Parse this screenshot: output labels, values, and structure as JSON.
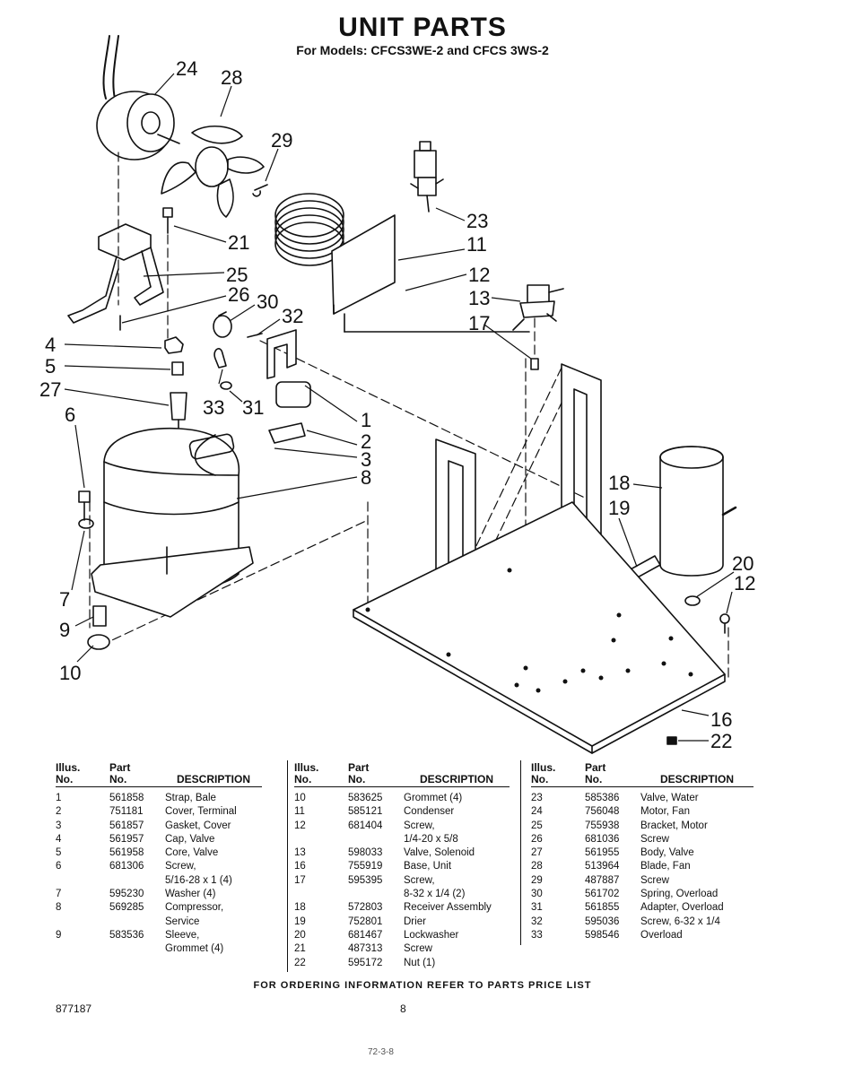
{
  "page": {
    "title": "UNIT PARTS",
    "subtitle": "For Models: CFCS3WE-2 and CFCS 3WS-2",
    "footer": "FOR ORDERING INFORMATION REFER TO PARTS PRICE LIST",
    "doc_number": "877187",
    "page_number": "8",
    "bottom_mark": "72-3-8"
  },
  "diagram": {
    "callouts": [
      "24",
      "28",
      "29",
      "23",
      "21",
      "11",
      "25",
      "12",
      "26",
      "30",
      "32",
      "13",
      "4",
      "17",
      "5",
      "27",
      "1",
      "33",
      "31",
      "6",
      "2",
      "3",
      "8",
      "18",
      "19",
      "20",
      "12",
      "7",
      "9",
      "10",
      "16",
      "22"
    ]
  },
  "parts_table": {
    "headers": {
      "illus": "Illus.\nNo.",
      "part": "Part\nNo.",
      "description": "DESCRIPTION"
    },
    "columns": [
      [
        {
          "illus": "1",
          "part": "561858",
          "desc": "Strap, Bale"
        },
        {
          "illus": "2",
          "part": "751181",
          "desc": "Cover, Terminal"
        },
        {
          "illus": "3",
          "part": "561857",
          "desc": "Gasket, Cover"
        },
        {
          "illus": "4",
          "part": "561957",
          "desc": "Cap, Valve"
        },
        {
          "illus": "5",
          "part": "561958",
          "desc": "Core, Valve"
        },
        {
          "illus": "6",
          "part": "681306",
          "desc": "Screw,\n5/16-28 x 1 (4)"
        },
        {
          "illus": "7",
          "part": "595230",
          "desc": "Washer (4)"
        },
        {
          "illus": "8",
          "part": "569285",
          "desc": "Compressor,\nService"
        },
        {
          "illus": "9",
          "part": "583536",
          "desc": "Sleeve,\nGrommet (4)"
        }
      ],
      [
        {
          "illus": "10",
          "part": "583625",
          "desc": "Grommet (4)"
        },
        {
          "illus": "11",
          "part": "585121",
          "desc": "Condenser"
        },
        {
          "illus": "12",
          "part": "681404",
          "desc": "Screw,\n1/4-20 x 5/8"
        },
        {
          "illus": "13",
          "part": "598033",
          "desc": "Valve, Solenoid"
        },
        {
          "illus": "16",
          "part": "755919",
          "desc": "Base, Unit"
        },
        {
          "illus": "17",
          "part": "595395",
          "desc": "Screw,\n8-32 x 1/4 (2)"
        },
        {
          "illus": "18",
          "part": "572803",
          "desc": "Receiver Assembly"
        },
        {
          "illus": "19",
          "part": "752801",
          "desc": "Drier"
        },
        {
          "illus": "20",
          "part": "681467",
          "desc": "Lockwasher"
        },
        {
          "illus": "21",
          "part": "487313",
          "desc": "Screw"
        },
        {
          "illus": "22",
          "part": "595172",
          "desc": "Nut (1)"
        }
      ],
      [
        {
          "illus": "23",
          "part": "585386",
          "desc": "Valve, Water"
        },
        {
          "illus": "24",
          "part": "756048",
          "desc": "Motor, Fan"
        },
        {
          "illus": "25",
          "part": "755938",
          "desc": "Bracket, Motor"
        },
        {
          "illus": "26",
          "part": "681036",
          "desc": "Screw"
        },
        {
          "illus": "27",
          "part": "561955",
          "desc": "Body, Valve"
        },
        {
          "illus": "28",
          "part": "513964",
          "desc": "Blade, Fan"
        },
        {
          "illus": "29",
          "part": "487887",
          "desc": "Screw"
        },
        {
          "illus": "30",
          "part": "561702",
          "desc": "Spring, Overload"
        },
        {
          "illus": "31",
          "part": "561855",
          "desc": "Adapter, Overload"
        },
        {
          "illus": "32",
          "part": "595036",
          "desc": "Screw, 6-32 x 1/4"
        },
        {
          "illus": "33",
          "part": "598546",
          "desc": "Overload"
        }
      ]
    ]
  }
}
